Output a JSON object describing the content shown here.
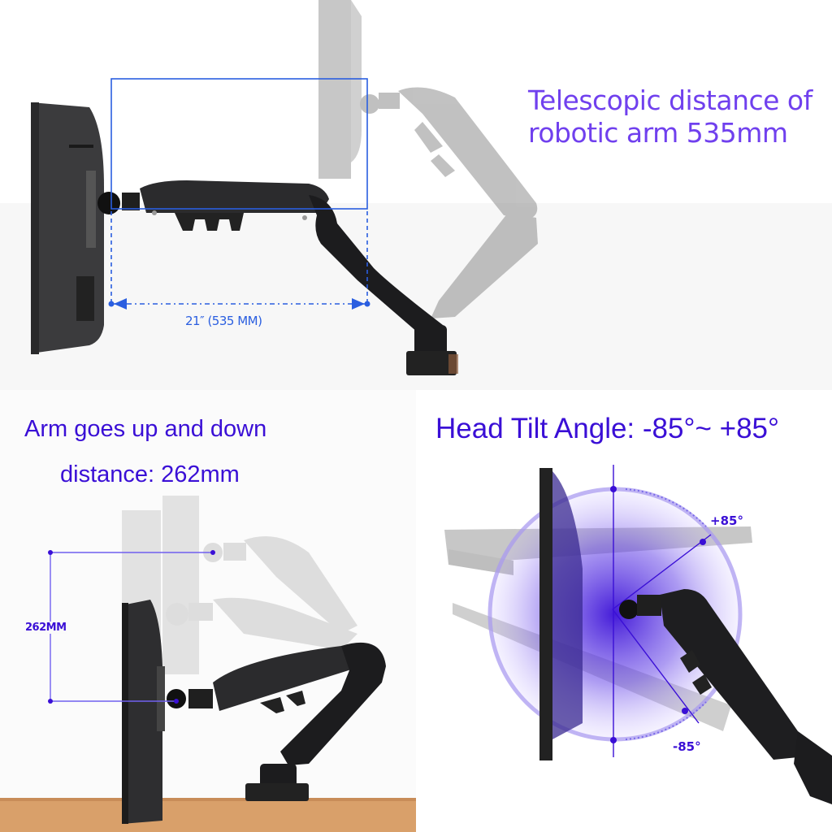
{
  "panels": {
    "telescopic": {
      "title_line1": "Telescopic distance of",
      "title_line2": "robotic arm 535mm",
      "dimension_label": "21″ (535 MM)",
      "accent_color": "#2a5ee0",
      "title_color": "#7040ee"
    },
    "height": {
      "title_line1": "Arm goes up and down",
      "title_line2": "distance: 262mm",
      "dimension_label": "262MM",
      "accent_color": "#3a0fd6"
    },
    "tilt": {
      "title": "Head Tilt Angle: -85°~ +85°",
      "upper_angle_label": "+85°",
      "lower_angle_label": "-85°",
      "accent_color": "#3a0fd6"
    }
  },
  "colors": {
    "background": "#ffffff",
    "arm_black": "#1c1c1e",
    "ghost_gray": "#b8b8b8",
    "desk_wood": "#d9a06a"
  }
}
